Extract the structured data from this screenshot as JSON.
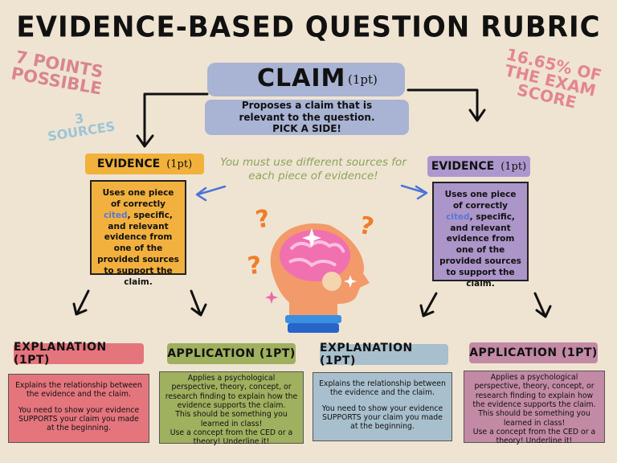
{
  "title": "EVIDENCE-BASED QUESTION RUBRIC",
  "side_notes": {
    "points": "7 POINTS POSSIBLE",
    "sources": "3 SOURCES",
    "percent": "16.65% OF THE EXAM SCORE"
  },
  "claim": {
    "title": "CLAIM",
    "points": "(1pt)",
    "desc_line1": "Proposes a claim that is",
    "desc_line2": "relevant to the question.",
    "desc_line3": "PICK A SIDE!"
  },
  "note": "You must use different sources for each piece of evidence!",
  "evidence": {
    "label": "EVIDENCE",
    "points": "(1pt)",
    "text_before": "Uses one piece of correctly",
    "cited": "cited",
    "text_after": ", specific, and relevant evidence from one of the provided sources to support the claim."
  },
  "explanation": {
    "label": "EXPLANATION (1PT)",
    "p1": "Explains the relationship between the evidence and the claim.",
    "p2": "You need to show your evidence SUPPORTS your claim you made at the beginning."
  },
  "application": {
    "label": "APPLICATION (1PT)",
    "p1": "Applies a psychological perspective, theory, concept, or research finding to explain how the evidence supports the claim.",
    "p2": "This should be something you learned in class!",
    "p3": "Use a concept from the CED or a theory! Underline it!"
  },
  "colors": {
    "background": "#efe4d2",
    "claim": "#a9b3d3",
    "evidence_left": "#f2b13e",
    "evidence_right": "#ab95c9",
    "explanation_left": "#e4757d",
    "application_left": "#9fb05f",
    "explanation_right": "#a8bfcd",
    "application_right": "#c28aa5",
    "note": "#8ba55b"
  },
  "icons": [
    "arrow-icon",
    "head-brain-icon",
    "question-mark-icon",
    "sparkle-icon"
  ]
}
